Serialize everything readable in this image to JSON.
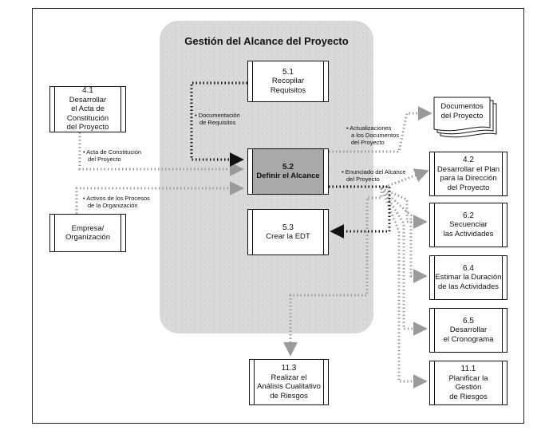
{
  "title": "Gestión del Alcance del Proyecto",
  "nodes": {
    "recopilar": {
      "num": "5.1",
      "text": [
        "Recopilar",
        "Requisitos"
      ]
    },
    "definir": {
      "num": "5.2",
      "text": [
        "Definir el Alcance"
      ]
    },
    "edt": {
      "num": "5.3",
      "text": [
        "Crear la EDT"
      ]
    },
    "acta": {
      "num": "4.1",
      "text": [
        "Desarrollar",
        "el Acta de",
        "Constitución",
        "del Proyecto"
      ]
    },
    "empresa": {
      "num": "",
      "text": [
        "Empresa/",
        "Organización"
      ]
    },
    "documentos": {
      "num": "",
      "text": [
        "Documentos",
        "del Proyecto"
      ]
    },
    "plan": {
      "num": "4.2",
      "text": [
        "Desarrollar el Plan",
        "para la Dirección",
        "del Proyecto"
      ]
    },
    "secuenciar": {
      "num": "6.2",
      "text": [
        "Secuenciar",
        "las Actividades"
      ]
    },
    "duracion": {
      "num": "6.4",
      "text": [
        "Estimar la Duración",
        "de las Actividades"
      ]
    },
    "cronograma": {
      "num": "6.5",
      "text": [
        "Desarrollar",
        "el Cronograma"
      ]
    },
    "riesgos_plan": {
      "num": "11.1",
      "text": [
        "Planificar la Gestión",
        "de Riesgos"
      ]
    },
    "riesgos_analisis": {
      "num": "11.3",
      "text": [
        "Realizar el",
        "Análisis Cualitativo",
        "de Riesgos"
      ]
    }
  },
  "labels": {
    "documentacion": [
      "• Documentación",
      "de Requisitos"
    ],
    "acta_label": [
      "• Acta de Constitución",
      "del Proyecto"
    ],
    "activos": [
      "• Activos de los Procesos",
      "de la Organización"
    ],
    "actualizaciones": [
      "• Actualizaciones",
      "a los Documentos",
      "del Proyecto"
    ],
    "enunciado": [
      "• Enunciado del Alcance",
      "del Proyecto"
    ]
  },
  "colors": {
    "primary_flow": "#111111",
    "secondary_flow": "#9a9a9a",
    "scope_bg": "#d9d9d9",
    "active_box": "#a9a9a9"
  }
}
